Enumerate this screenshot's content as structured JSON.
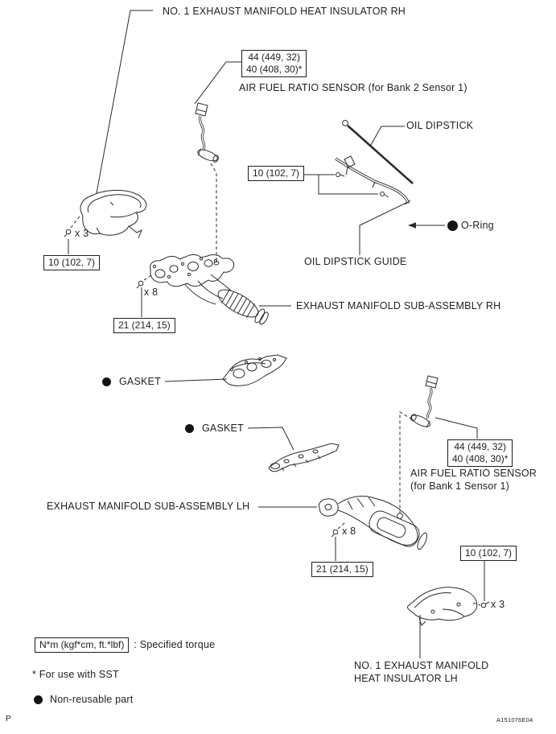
{
  "figure": {
    "page_letter": "P",
    "figure_id": "A151076E04"
  },
  "parts": {
    "insulator_rh_label": "NO. 1 EXHAUST MANIFOLD HEAT INSULATOR RH",
    "af_sensor_bank2_label": "AIR FUEL RATIO SENSOR (for Bank 2 Sensor 1)",
    "oil_dipstick_label": "OIL DIPSTICK",
    "o_ring_label": "O-Ring",
    "oil_dipstick_guide_label": "OIL DIPSTICK GUIDE",
    "manifold_rh_label": "EXHAUST MANIFOLD SUB-ASSEMBLY RH",
    "gasket_upper_label": "GASKET",
    "gasket_lower_label": "GASKET",
    "af_sensor_bank1_label_line1": "AIR FUEL RATIO SENSOR",
    "af_sensor_bank1_label_line2": "(for Bank 1 Sensor 1)",
    "manifold_lh_label": "EXHAUST MANIFOLD SUB-ASSEMBLY LH",
    "insulator_lh_label_line1": "NO. 1 EXHAUST MANIFOLD",
    "insulator_lh_label_line2": "HEAT INSULATOR LH"
  },
  "torques": {
    "af_bank2_line1": "44 (449, 32)",
    "af_bank2_line2": "40 (408, 30)*",
    "dipstick_guide": "10 (102, 7)",
    "insulator_rh": "10 (102, 7)",
    "manifold_rh": "21 (214, 15)",
    "af_bank1_line1": "44 (449, 32)",
    "af_bank1_line2": "40 (408, 30)*",
    "manifold_lh": "21 (214, 15)",
    "insulator_lh": "10 (102, 7)"
  },
  "quantities": {
    "insulator_rh_bolts": "x 3",
    "manifold_rh_bolts": "x 8",
    "manifold_lh_bolts": "x 8",
    "insulator_lh_bolts": "x 3"
  },
  "legend": {
    "torque_unit": "N*m (kgf*cm, ft.*lbf)",
    "torque_meaning": ": Specified torque",
    "sst_note": "* For use with SST",
    "non_reusable": "Non-reusable part"
  }
}
